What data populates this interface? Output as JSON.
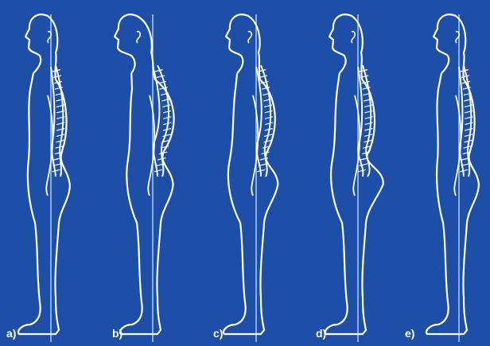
{
  "colors": {
    "background": "#1d4fa8",
    "outline": "#ffffff",
    "plumb_line": "#bfe0ff"
  },
  "panels": [
    {
      "label": "a)",
      "posture": "flat-back"
    },
    {
      "label": "b)",
      "posture": "kyphotic-forward-head"
    },
    {
      "label": "c)",
      "posture": "sway-back"
    },
    {
      "label": "d)",
      "posture": "lordotic"
    },
    {
      "label": "e)",
      "posture": "ideal"
    }
  ]
}
